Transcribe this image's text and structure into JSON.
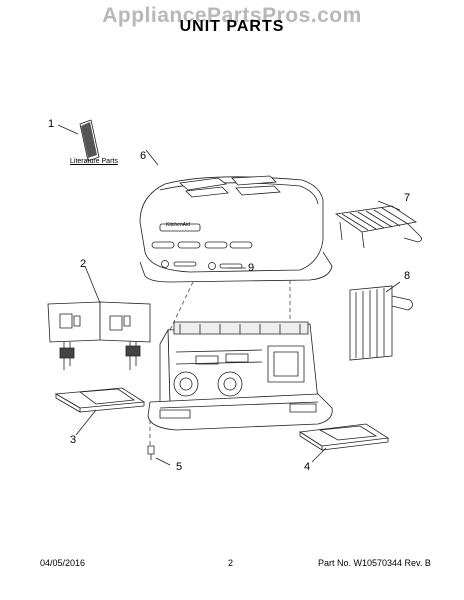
{
  "watermark": "AppliancePartsPros.com",
  "title": "UNIT PARTS",
  "literature_label": "Literature Parts",
  "brand_badge": "KitchenAid",
  "callouts": {
    "c1": "1",
    "c2": "2",
    "c3": "3",
    "c4": "4",
    "c5": "5",
    "c6": "6",
    "c7": "7",
    "c8": "8",
    "c9": "9"
  },
  "footer": {
    "date": "04/05/2016",
    "page": "2",
    "part_no": "Part No.  W10570344  Rev.  B"
  }
}
